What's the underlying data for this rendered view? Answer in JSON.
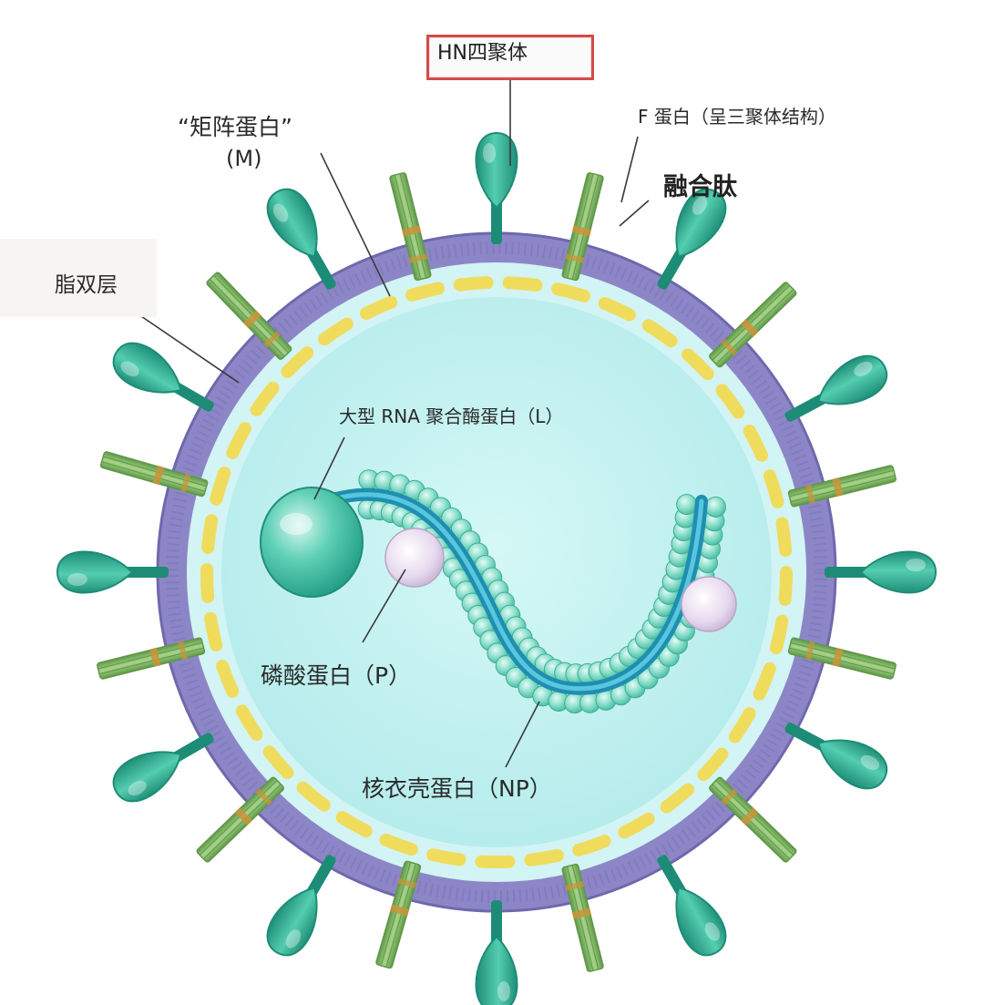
{
  "labels": {
    "hn_tetramer": "HN四聚体",
    "matrix_protein_line1": "“矩阵蛋白”",
    "matrix_protein_line2": "(M)",
    "f_protein": "F 蛋白（呈三聚体结构）",
    "fusion_peptide": "融合肽",
    "lipid_bilayer": "脂双层",
    "l_protein": "大型 RNA 聚合酶蛋白（L）",
    "p_protein": "磷酸蛋白（P）",
    "np_protein": "核衣壳蛋白（NP）"
  },
  "colors": {
    "interior": "#bff0f0",
    "outer_membrane": "#8d86c6",
    "membrane_edge": "#6e68ad",
    "inner_ring": "#d2f4f4",
    "matrix_dash": "#f0dc5c",
    "hn_spike": "#2fae94",
    "hn_spike_dark": "#1d8c76",
    "f_spike": "#8cc06a",
    "f_spike_dark": "#5f9848",
    "fusion_band": "#c99438",
    "rna": "#2aa6c4",
    "nucleocapsid_bead": "#8fe0cf",
    "l_protein": "#3fbfa4",
    "p_protein": "#e9ddf0",
    "leader_line": "#3a3a3a"
  },
  "icons": {
    "hn_spike": "hn-spike-icon",
    "f_spike": "f-spike-icon",
    "l_protein": "l-protein-icon",
    "p_protein": "p-protein-icon"
  }
}
